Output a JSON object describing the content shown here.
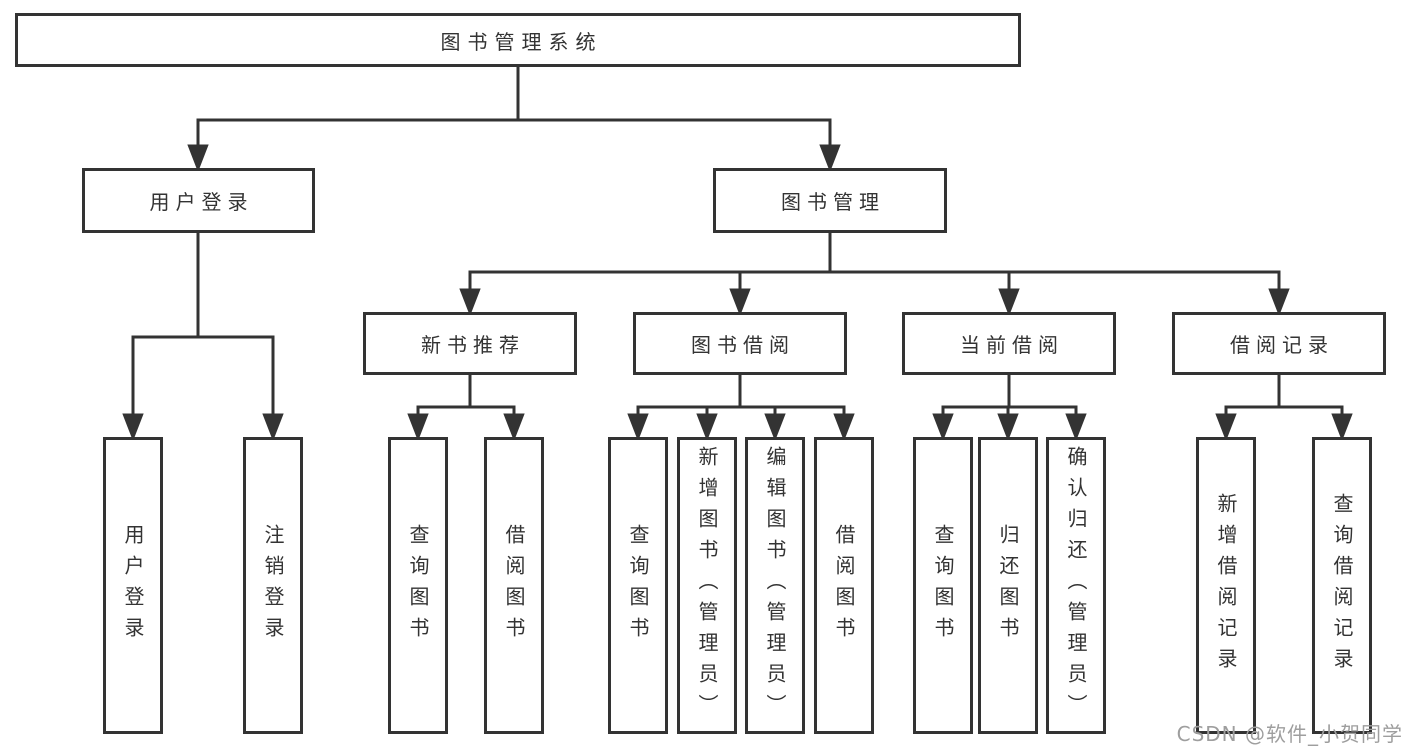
{
  "diagram": {
    "title": "图书管理系统",
    "branches": [
      {
        "label": "用户登录",
        "children": [
          {
            "label": "用户登录"
          },
          {
            "label": "注销登录"
          }
        ]
      },
      {
        "label": "图书管理",
        "children": [
          {
            "label": "新书推荐",
            "children": [
              {
                "label": "查询图书"
              },
              {
                "label": "借阅图书"
              }
            ]
          },
          {
            "label": "图书借阅",
            "children": [
              {
                "label": "查询图书"
              },
              {
                "label": "新增图书（管理员）"
              },
              {
                "label": "编辑图书（管理员）"
              },
              {
                "label": "借阅图书"
              }
            ]
          },
          {
            "label": "当前借阅",
            "children": [
              {
                "label": "查询图书"
              },
              {
                "label": "归还图书"
              },
              {
                "label": "确认归还（管理员）"
              }
            ]
          },
          {
            "label": "借阅记录",
            "children": [
              {
                "label": "新增借阅记录"
              },
              {
                "label": "查询借阅记录"
              }
            ]
          }
        ]
      }
    ]
  },
  "watermark": {
    "text": "CSDN @软件_小贺同学"
  },
  "colors": {
    "line": "#333333",
    "box_border": "#333333",
    "text": "#333333",
    "watermark": "#9e9e9e",
    "background": "#ffffff"
  }
}
